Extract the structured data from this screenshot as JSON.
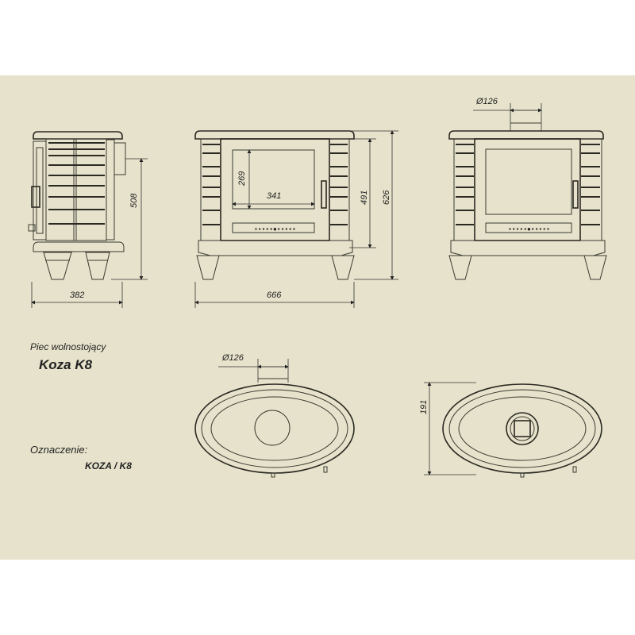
{
  "title": {
    "subtitle": "Piec wolnostojący",
    "model": "Koza K8"
  },
  "designation": {
    "label": "Oznaczenie:",
    "value": "KOZA / K8"
  },
  "dimensions": {
    "side_depth": "382",
    "side_flue_height": "508",
    "front_width": "666",
    "glass_height": "269",
    "glass_width": "341",
    "front_height_body": "491",
    "front_height_total": "626",
    "rear_flue_diameter": "Ø126",
    "top_flue_diameter": "Ø126",
    "top_flue_offset": "191"
  },
  "colors": {
    "paper": "#e6e2cb",
    "line": "#2a2a22"
  }
}
